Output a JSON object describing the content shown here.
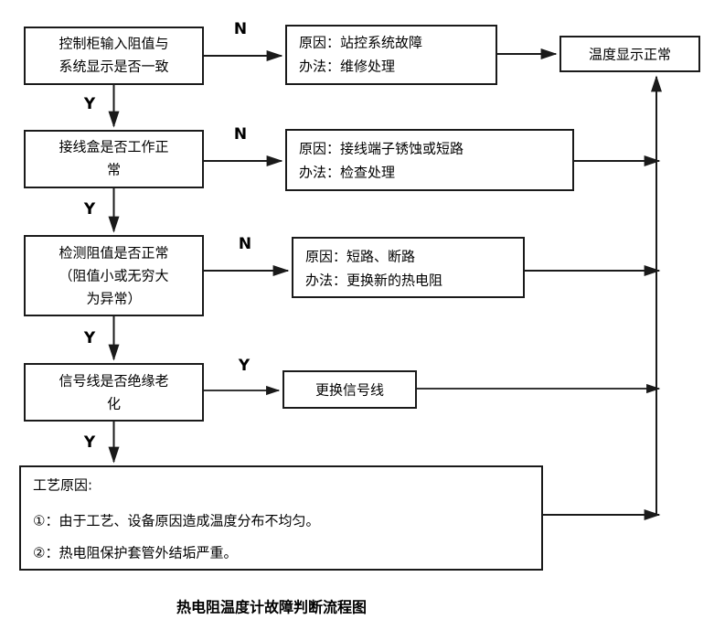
{
  "diagram": {
    "caption": "热电阻温度计故障判断流程图",
    "background_color": "#ffffff",
    "line_color": "#1a1a1a",
    "text_color": "#000000",
    "decisions": [
      {
        "id": "d1",
        "lines": [
          "控制柜输入阻值与",
          "系统显示是否一致"
        ],
        "no_label": "N",
        "yes_label": "Y"
      },
      {
        "id": "d2",
        "lines": [
          "接线盒是否工作正",
          "常"
        ],
        "no_label": "N",
        "yes_label": "Y"
      },
      {
        "id": "d3",
        "lines": [
          "检测阻值是否正常",
          "（阻值小或无穷大",
          "为异常）"
        ],
        "no_label": "N",
        "yes_label": "Y"
      },
      {
        "id": "d4",
        "lines": [
          "信号线是否绝缘老",
          "化"
        ],
        "no_label": "Y",
        "yes_label": "Y"
      }
    ],
    "outcomes": [
      {
        "id": "r1",
        "lines": [
          "原因：站控系统故障",
          "办法：维修处理"
        ]
      },
      {
        "id": "r2",
        "lines": [
          "原因：接线端子锈蚀或短路",
          "办法：检查处理"
        ]
      },
      {
        "id": "r3",
        "lines": [
          "原因：短路、断路",
          "办法：更换新的热电阻"
        ]
      },
      {
        "id": "r4",
        "lines": [
          "更换信号线"
        ]
      }
    ],
    "process_box": {
      "id": "p1",
      "lines": [
        "工艺原因:",
        "①：由于工艺、设备原因造成温度分布不均匀。",
        "②：热电阻保护套管外结垢严重。"
      ]
    },
    "terminal": {
      "id": "t1",
      "label": "温度显示正常"
    }
  }
}
